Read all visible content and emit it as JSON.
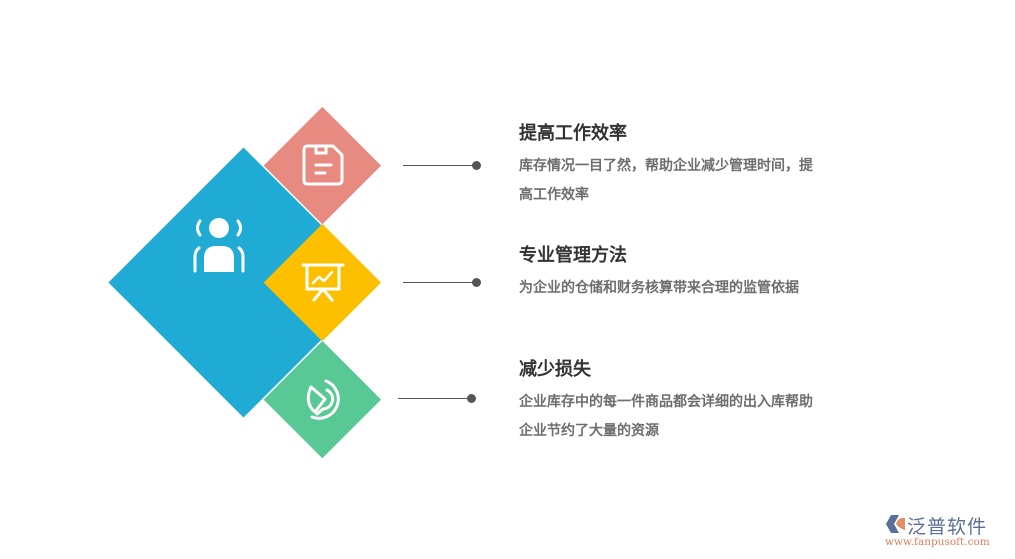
{
  "colors": {
    "blue": "#20abd4",
    "red": "#e78a80",
    "yellow": "#fdc000",
    "green": "#58c994",
    "connector": "#555555",
    "title": "#333333",
    "desc": "#6e6e6e"
  },
  "shapes": {
    "main": {
      "icon": "person-broadcast-icon",
      "color": "blue"
    },
    "items": [
      {
        "icon": "floppy-disk-icon",
        "color": "red"
      },
      {
        "icon": "presentation-chart-icon",
        "color": "yellow"
      },
      {
        "icon": "pie-chart-icon",
        "color": "green"
      }
    ]
  },
  "items": [
    {
      "title": "提高工作效率",
      "desc_lines": [
        "库存情况一目了然，帮助企业减少管理时间，提",
        "高工作效率"
      ]
    },
    {
      "title": "专业管理方法",
      "desc_lines": [
        "为企业的仓储和财务核算带来合理的监管依据"
      ]
    },
    {
      "title": "减少损失",
      "desc_lines": [
        "企业库存中的每一件商品都会详细的出入库帮助",
        "企业节约了大量的资源"
      ]
    }
  ],
  "logo": {
    "name": "泛普软件",
    "url": "www.fanpusoft.com",
    "icon": "fanpu-logo-icon"
  }
}
